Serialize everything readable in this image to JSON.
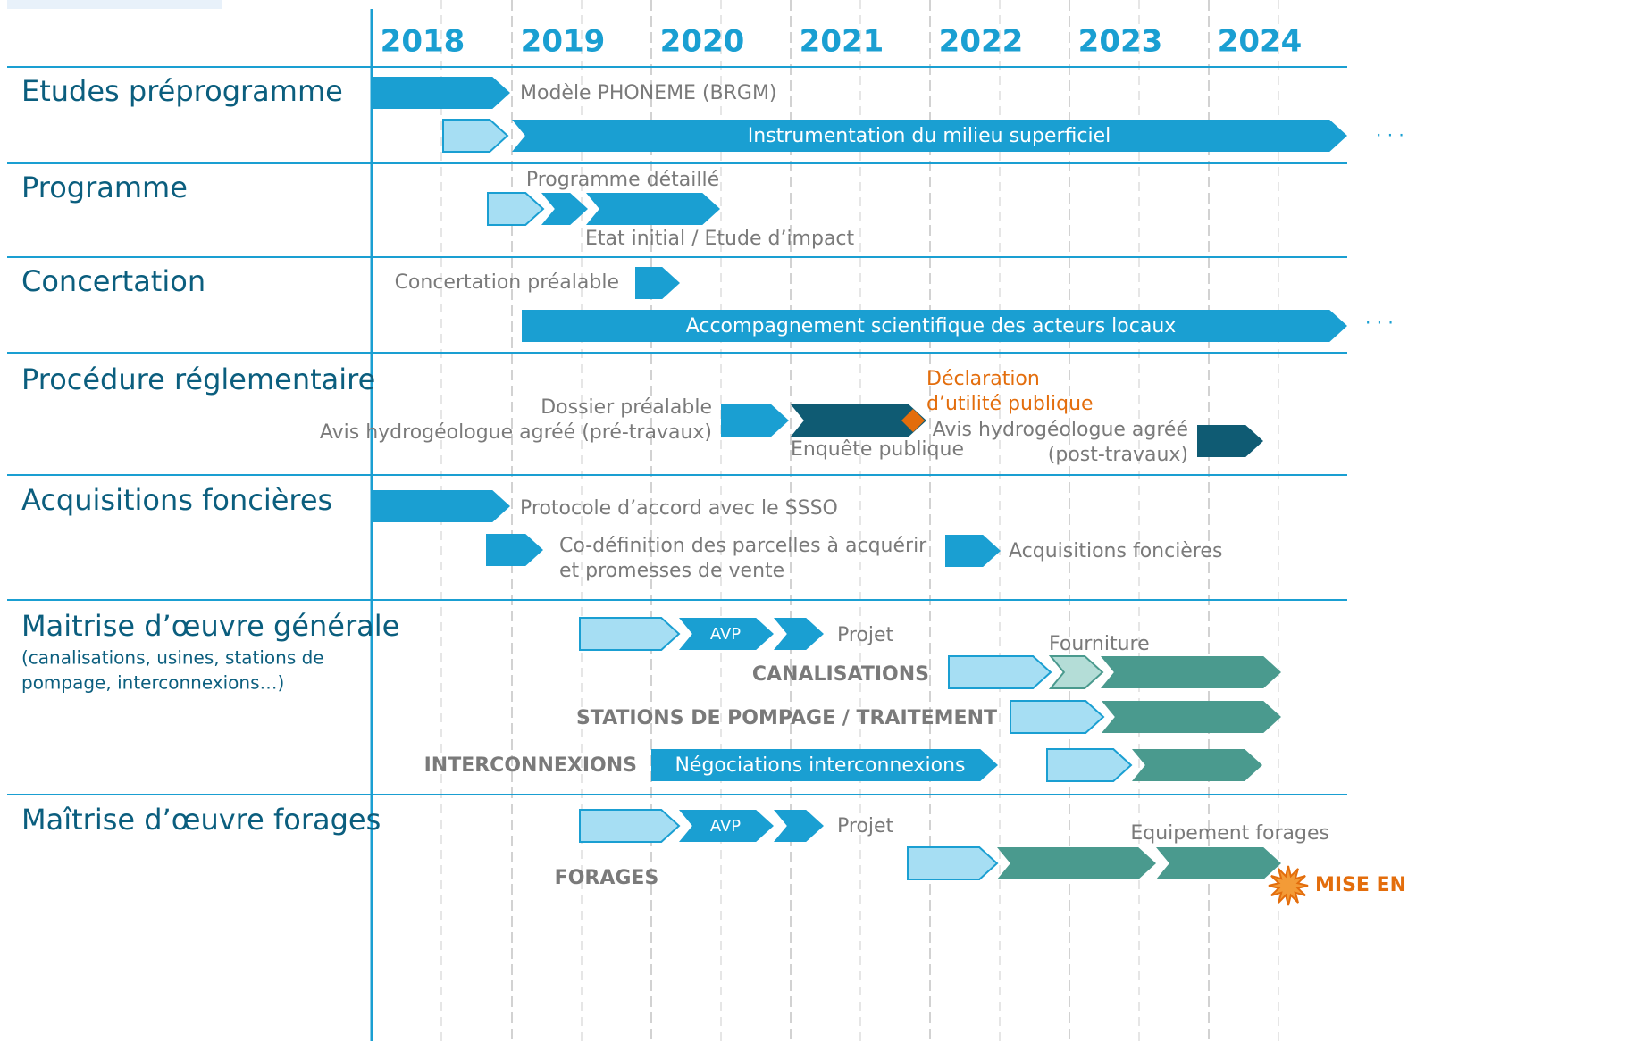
{
  "colors": {
    "accent_blue": "#1a9fd2",
    "light_blue": "#a6def3",
    "dark_navy": "#0f5b73",
    "teal": "#4a9a8e",
    "light_teal": "#b4ddd7",
    "year_text": "#1a9fd2",
    "section_text": "#0b5e7e",
    "gray_text": "#7a7a7a",
    "orange": "#e36d0c"
  },
  "years": [
    "2018",
    "2019",
    "2020",
    "2021",
    "2022",
    "2023",
    "2024"
  ],
  "sections": [
    {
      "title": "Etudes préprogramme"
    },
    {
      "title": "Programme"
    },
    {
      "title": "Concertation"
    },
    {
      "title": "Procédure réglementaire"
    },
    {
      "title": "Acquisitions foncières"
    },
    {
      "title": "Maitrise d’œuvre générale",
      "subtitle": [
        "(canalisations, usines, stations de",
        "pompage, interconnexions…)"
      ]
    },
    {
      "title": "Maîtrise d’œuvre forages"
    }
  ],
  "labels": {
    "phoneme": "Modèle PHONEME (BRGM)",
    "instrumentation": "Instrumentation du milieu superficiel",
    "programme_detaille": "Programme détaillé",
    "etat_initial": "Etat initial / Etude d’impact",
    "concertation_prealable": "Concertation préalable",
    "accompagnement": "Accompagnement scientifique des acteurs locaux",
    "dossier_prealable": "Dossier préalable",
    "avis_pre": "Avis hydrogéologue agréé (pré-travaux)",
    "declaration_1": "Déclaration",
    "declaration_2": "d’utilité publique",
    "enquete": "Enquête publique",
    "avis_post_1": "Avis hydrogéologue agréé",
    "avis_post_2": "(post-travaux)",
    "protocole": "Protocole d’accord  avec le SSSO",
    "codef_1": "Co-définition des parcelles à acquérir",
    "codef_2": "et promesses de vente",
    "acquisitions": "Acquisitions foncières",
    "avp": "AVP",
    "projet": "Projet",
    "fourniture": "Fourniture",
    "canalisations": "CANALISATIONS",
    "stations": "STATIONS DE POMPAGE / TRAITEMENT",
    "interconnexions": "INTERCONNEXIONS",
    "negociations": "Négociations interconnexions",
    "equipement": "Equipement forages",
    "forages": "FORAGES",
    "mise_en": "MISE EN",
    "ellipsis": "· · ·"
  }
}
